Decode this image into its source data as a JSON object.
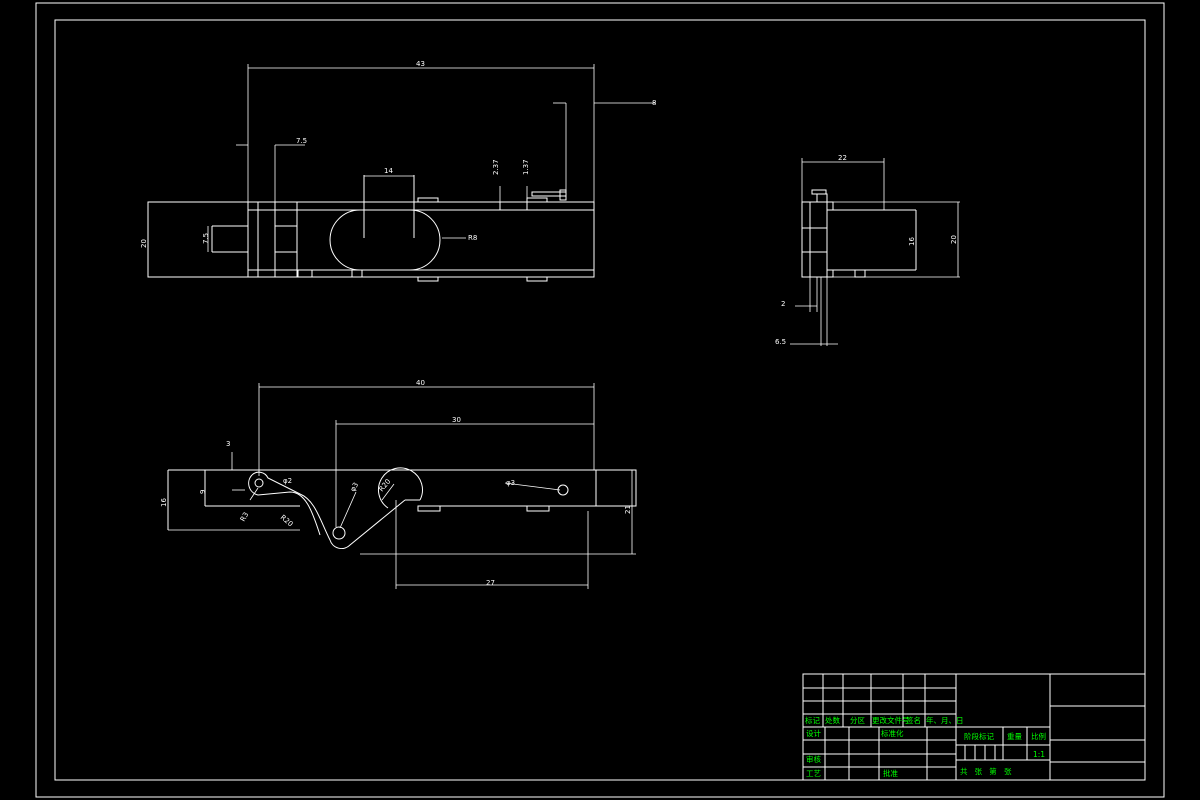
{
  "front_view": {
    "dim_overall_length": "43",
    "dim_thickness": "8",
    "dim_left_offset": "7.5",
    "dim_slot_width": "14",
    "dim_step_a": "2.37",
    "dim_step_b": "1.37",
    "dim_height": "20",
    "dim_tab_height": "7.5",
    "dim_radius": "R8"
  },
  "side_view": {
    "dim_width": "22",
    "dim_inner_height": "16",
    "dim_height": "20",
    "dim_small": "2",
    "dim_offset": "6.5"
  },
  "bottom_view": {
    "dim_length_40": "40",
    "dim_length_30": "30",
    "dim_length_27": "27",
    "dim_top_offset": "3",
    "dim_height_9": "9",
    "dim_height_16": "16",
    "dim_height_21": "21",
    "dim_hole_left": "φ2",
    "dim_hole_right": "φ3",
    "dim_hole_mid": "φ3",
    "dim_r3": "R3",
    "dim_r20": "R20",
    "dim_r20b": "R20"
  },
  "title_block": {
    "row_headers": [
      "标记",
      "处数",
      "分区",
      "更改文件号",
      "签名",
      "年、月、日"
    ],
    "label_design": "设计",
    "label_standard": "标准化",
    "label_stage": "阶段标记",
    "label_weight": "重量",
    "label_scale": "比例",
    "scale_value": "1:1",
    "label_review": "审核",
    "label_process": "工艺",
    "label_approve": "批准",
    "sheet_text": "共   张   第   张"
  }
}
